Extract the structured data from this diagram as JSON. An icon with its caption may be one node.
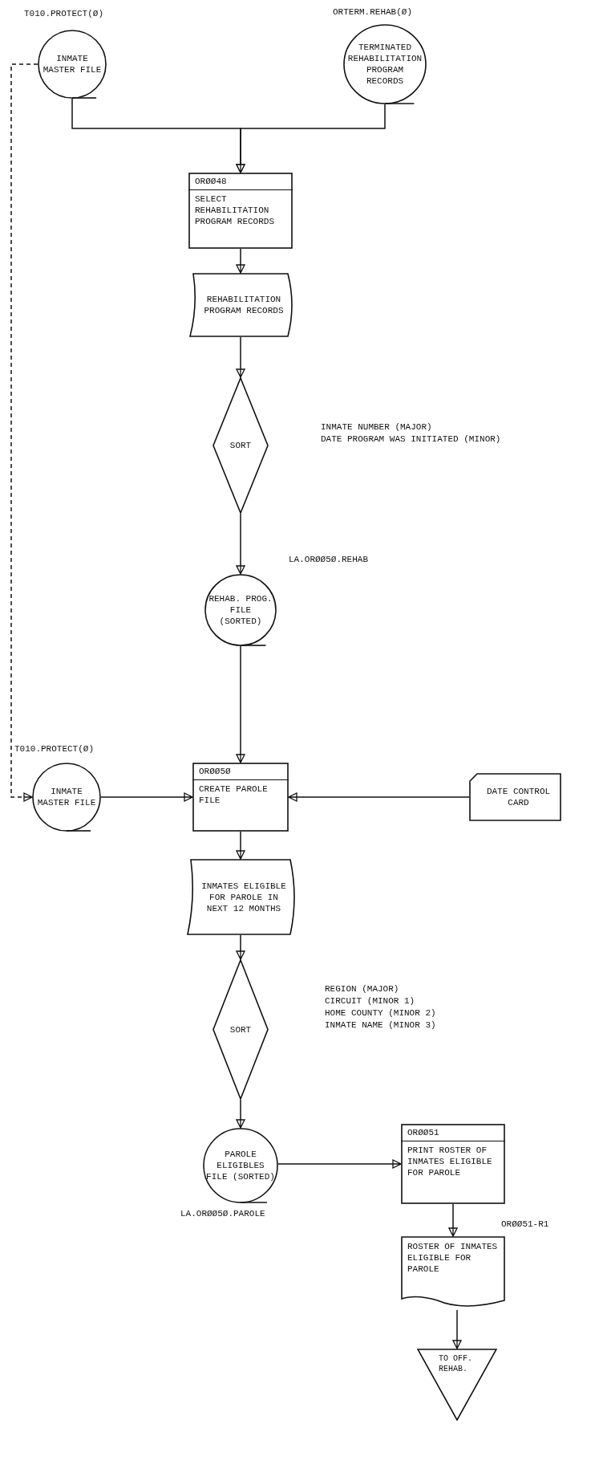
{
  "diagram": {
    "nodes": [
      {
        "text": [
          "INMATE MASTER FILE"
        ],
        "beside": [
          "T010.PROTECT(Ø)"
        ]
      },
      {
        "text": [
          "TERMINATED REHABILITATION PROGRAM RECORDS"
        ],
        "beside": [
          "ORTERM.REHAB(Ø)"
        ]
      },
      {
        "text": [
          "ORØØ48",
          "SELECT REHABILITATION PROGRAM RECORDS"
        ]
      },
      {
        "text": [
          "REHABILITATION PROGRAM RECORDS"
        ]
      },
      {
        "text": [
          "SORT"
        ],
        "beside": [
          "INMATE NUMBER (MAJOR)",
          "DATE PROGRAM WAS INITIATED (MINOR)"
        ]
      },
      {
        "text": [
          "REHAB. PROG. FILE (SORTED)"
        ],
        "beside": [
          "LA.ORØØ5Ø.REHAB"
        ]
      },
      {
        "text": [
          "INMATE MASTER FILE"
        ],
        "beside": [
          "T010.PROTECT(Ø)"
        ]
      },
      {
        "text": [
          "ORØØ5Ø",
          "CREATE PAROLE FILE"
        ]
      },
      {
        "text": [
          "DATE CONTROL CARD"
        ]
      },
      {
        "text": [
          "INMATES ELIGIBLE FOR PAROLE IN NEXT 12 MONTHS"
        ]
      },
      {
        "text": [
          "SORT"
        ],
        "beside": [
          "REGION (MAJOR)",
          "CIRCUIT (MINOR 1)",
          "HOME COUNTY (MINOR 2)",
          "INMATE NAME (MINOR 3)"
        ]
      },
      {
        "text": [
          "PAROLE ELIGIBLES FILE (SORTED)"
        ],
        "beside": [
          "LA.ORØØ5Ø.PAROLE"
        ]
      },
      {
        "text": [
          "ORØØ51",
          "PRINT ROSTER OF INMATES ELIGIBLE FOR PAROLE"
        ]
      },
      {
        "text": [
          "ROSTER OF INMATES ELIGIBLE FOR PAROLE"
        ],
        "beside": [
          "ORØØ51-R1"
        ]
      },
      {
        "text": [
          "TO OFF. REHAB."
        ]
      }
    ],
    "edges": [
      {
        "from": 0,
        "to": 2,
        "arrow": "to"
      },
      {
        "from": 1,
        "to": 2,
        "arrow": "to"
      },
      {
        "from": 2,
        "to": 3,
        "arrow": "to"
      },
      {
        "from": 3,
        "to": 4,
        "arrow": "to"
      },
      {
        "from": 4,
        "to": 5,
        "arrow": "to"
      },
      {
        "from": 5,
        "to": 7,
        "arrow": "to"
      },
      {
        "from": 0,
        "to": 6,
        "arrow": "to",
        "style": "dashed"
      },
      {
        "from": 6,
        "to": 7,
        "arrow": "to"
      },
      {
        "from": 8,
        "to": 7,
        "arrow": "to"
      },
      {
        "from": 7,
        "to": 9,
        "arrow": "to"
      },
      {
        "from": 9,
        "to": 10,
        "arrow": "to"
      },
      {
        "from": 10,
        "to": 11,
        "arrow": "to"
      },
      {
        "from": 11,
        "to": 12,
        "arrow": "to"
      },
      {
        "from": 12,
        "to": 13,
        "arrow": "to"
      },
      {
        "from": 13,
        "to": 14,
        "arrow": "to"
      }
    ]
  }
}
